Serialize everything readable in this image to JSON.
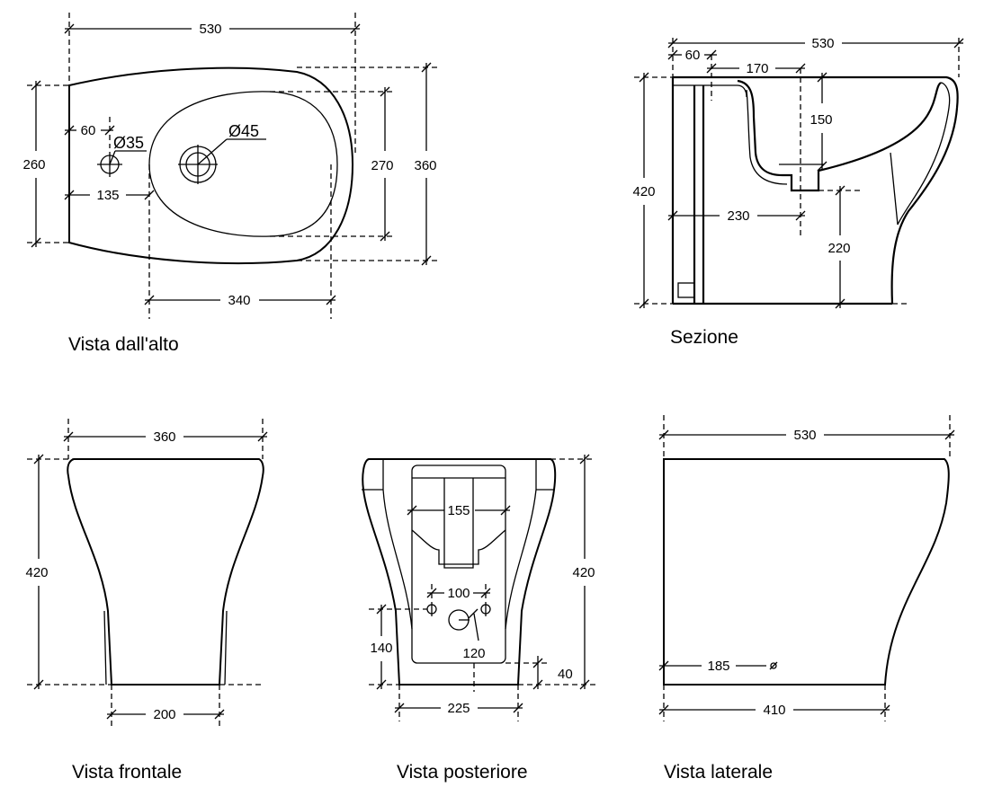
{
  "views": {
    "top": {
      "caption": "Vista dall'alto",
      "dims": {
        "w530": "530",
        "h260": "260",
        "o60": "60",
        "d35": "Ø35",
        "d45": "Ø45",
        "o135": "135",
        "h270": "270",
        "h360": "360",
        "w340": "340"
      }
    },
    "section": {
      "caption": "Sezione",
      "dims": {
        "w530": "530",
        "o60": "60",
        "o170": "170",
        "h150": "150",
        "h420": "420",
        "o230": "230",
        "h220": "220"
      }
    },
    "front": {
      "caption": "Vista frontale",
      "dims": {
        "w360": "360",
        "h420": "420",
        "w200": "200"
      }
    },
    "back": {
      "caption": "Vista posteriore",
      "dims": {
        "w155": "155",
        "w100": "100",
        "h420": "420",
        "h140": "140",
        "o120": "120",
        "h40": "40",
        "w225": "225"
      }
    },
    "side": {
      "caption": "Vista laterale",
      "dims": {
        "w530": "530",
        "o185": "185",
        "w410": "410"
      }
    }
  }
}
